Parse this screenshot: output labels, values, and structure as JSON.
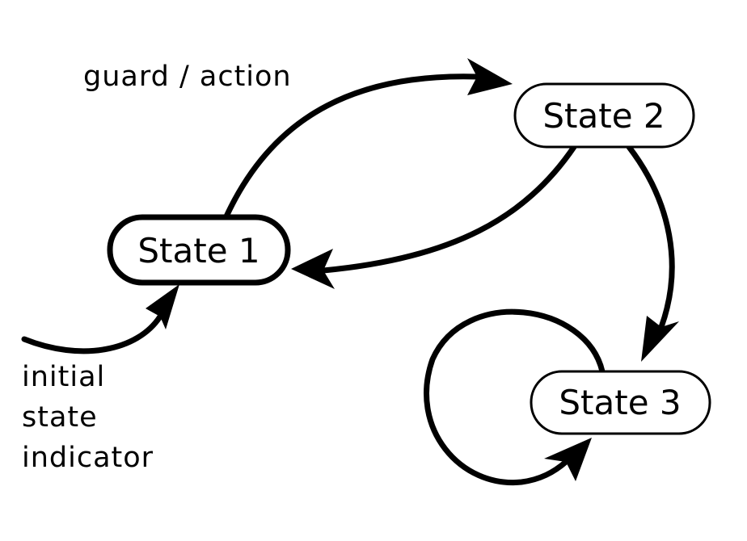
{
  "states": {
    "state1": "State 1",
    "state2": "State 2",
    "state3": "State 3"
  },
  "labels": {
    "transition": "guard / action",
    "initial_line1": "initial",
    "initial_line2": "state",
    "initial_line3": "indicator"
  },
  "colors": {
    "stroke": "#000000",
    "fill": "#ffffff"
  }
}
